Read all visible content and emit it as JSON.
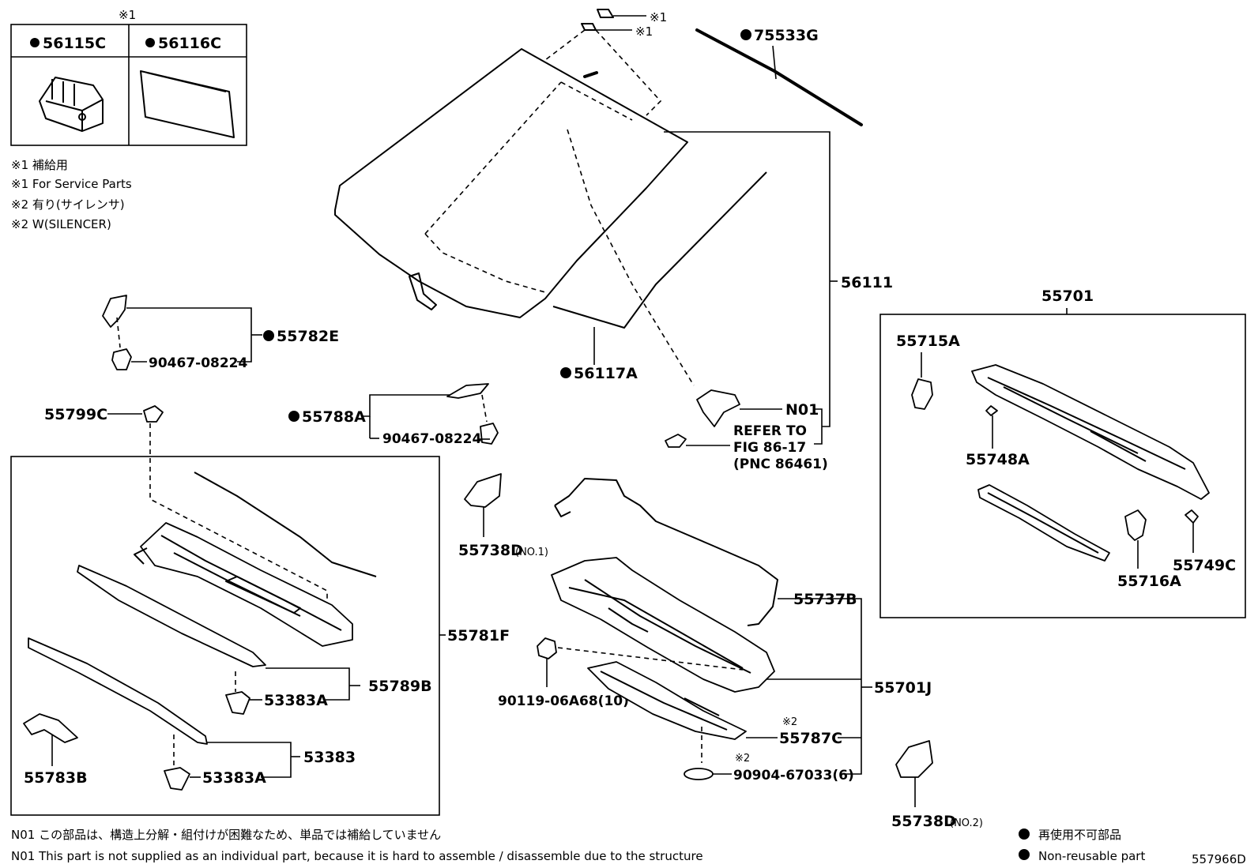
{
  "diagram_code": "557966D",
  "service_marker": "※1",
  "inset_table": {
    "left_part": "56115C",
    "right_part": "56116C"
  },
  "notes": [
    "※1 補給用",
    "※1 For Service Parts",
    "※2 有り(サイレンサ)",
    "※2 W(SILENCER)"
  ],
  "parts": {
    "p75533G": "75533G",
    "p56111": "56111",
    "p56117A": "56117A",
    "p55782E": "55782E",
    "p90467_a": "90467-08224",
    "p90467_b": "90467-08224",
    "p55788A": "55788A",
    "p55799C": "55799C",
    "pN01": "N01",
    "refer_1": "REFER TO",
    "refer_2": "FIG 86-17",
    "refer_3": "(PNC 86461)",
    "p55738D_1": "55738D",
    "p55738D_1_sub": "(NO.1)",
    "p55738D_2": "55738D",
    "p55738D_2_sub": "(NO.2)",
    "p55781F": "55781F",
    "p55789B": "55789B",
    "p53383A_a": "53383A",
    "p53383A_b": "53383A",
    "p53383": "53383",
    "p55783B": "55783B",
    "p55737B": "55737B",
    "p55701J": "55701J",
    "p90119": "90119-06A68(10)",
    "p55787C": "55787C",
    "p55787C_mark": "※2",
    "p90904": "90904-67033(6)",
    "p90904_mark": "※2",
    "p55701": "55701",
    "p55715A": "55715A",
    "p55748A": "55748A",
    "p55716A": "55716A",
    "p55749C": "55749C",
    "tag_1": "※1",
    "tag_2": "※1"
  },
  "footer": {
    "n01_jp": "N01 この部品は、構造上分解・組付けが困難なため、単品では補給していません",
    "n01_en": "N01 This part is not supplied as an individual part, because it is hard to assemble / disassemble due to the structure",
    "legend_jp": "再使用不可部品",
    "legend_en": "Non-reusable part"
  }
}
